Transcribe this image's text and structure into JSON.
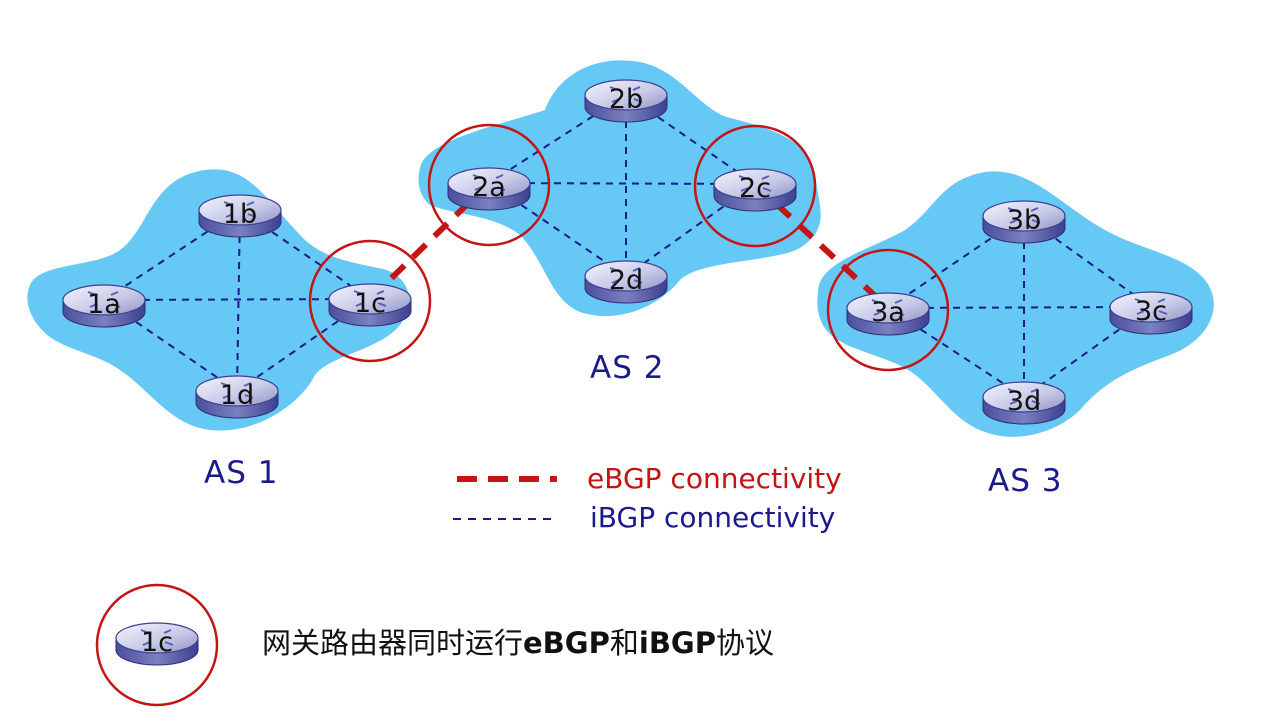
{
  "diagram": {
    "autonomous_systems": [
      {
        "id": "as1",
        "label": "AS 1",
        "routers": [
          "1a",
          "1b",
          "1c",
          "1d"
        ]
      },
      {
        "id": "as2",
        "label": "AS 2",
        "routers": [
          "2a",
          "2b",
          "2c",
          "2d"
        ]
      },
      {
        "id": "as3",
        "label": "AS 3",
        "routers": [
          "3a",
          "3b",
          "3c",
          "3d"
        ]
      }
    ],
    "routers": {
      "1a": "1a",
      "1b": "1b",
      "1c": "1c",
      "1d": "1d",
      "2a": "2a",
      "2b": "2b",
      "2c": "2c",
      "2d": "2d",
      "3a": "3a",
      "3b": "3b",
      "3c": "3c",
      "3d": "3d"
    },
    "ibgp_links": [
      [
        "1a",
        "1b"
      ],
      [
        "1a",
        "1c"
      ],
      [
        "1a",
        "1d"
      ],
      [
        "1b",
        "1c"
      ],
      [
        "1b",
        "1d"
      ],
      [
        "1c",
        "1d"
      ],
      [
        "2a",
        "2b"
      ],
      [
        "2a",
        "2c"
      ],
      [
        "2a",
        "2d"
      ],
      [
        "2b",
        "2c"
      ],
      [
        "2b",
        "2d"
      ],
      [
        "2c",
        "2d"
      ],
      [
        "3a",
        "3b"
      ],
      [
        "3a",
        "3c"
      ],
      [
        "3a",
        "3d"
      ],
      [
        "3b",
        "3c"
      ],
      [
        "3b",
        "3d"
      ],
      [
        "3c",
        "3d"
      ]
    ],
    "ebgp_links": [
      [
        "1c",
        "2a"
      ],
      [
        "2c",
        "3a"
      ]
    ],
    "gateway_routers": [
      "1c",
      "2a",
      "2c",
      "3a"
    ]
  },
  "legend": {
    "ebgp_label": "eBGP connectivity",
    "ibgp_label": "iBGP connectivity"
  },
  "note": {
    "router_label": "1c",
    "text_part1": "网关路由器同时运行",
    "text_bold1": "eBGP",
    "text_part2": "和",
    "text_bold2": "iBGP",
    "text_part3": "协议"
  },
  "colors": {
    "cloud": "#66c8f5",
    "ibgp": "#1a1a8c",
    "ebgp": "#c41414",
    "gateway_circle": "#c41414",
    "as_label": "#1a1a8c"
  }
}
